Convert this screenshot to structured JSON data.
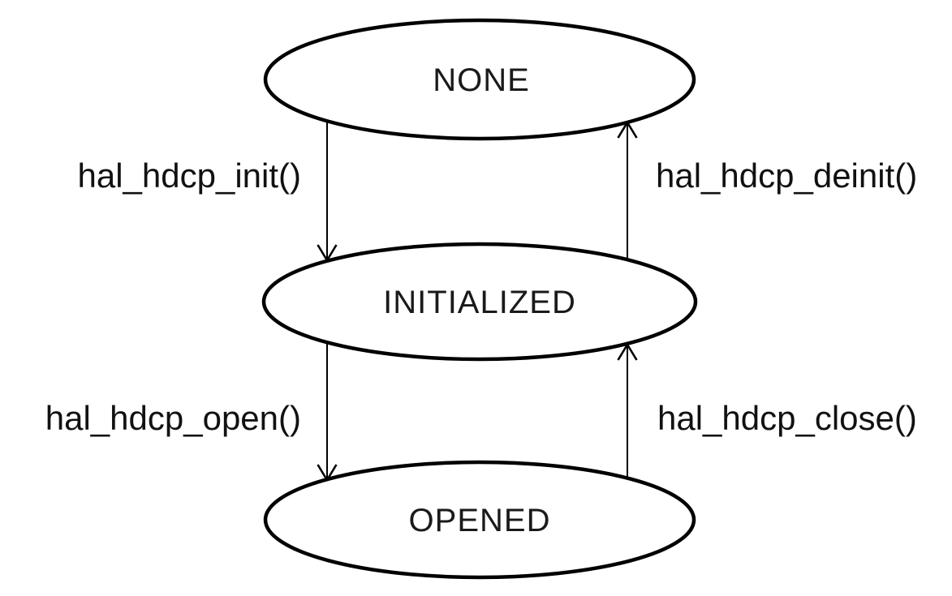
{
  "diagram": {
    "type": "state-diagram",
    "background_color": "#ffffff",
    "line_color": "#000000",
    "states": [
      {
        "label": "NONE"
      },
      {
        "label": "INITIALIZED"
      },
      {
        "label": "OPENED"
      }
    ],
    "transitions": [
      {
        "label": "hal_hdcp_init()",
        "from": "NONE",
        "to": "INITIALIZED",
        "direction": "down",
        "side": "left"
      },
      {
        "label": "hal_hdcp_deinit()",
        "from": "INITIALIZED",
        "to": "NONE",
        "direction": "up",
        "side": "right"
      },
      {
        "label": "hal_hdcp_open()",
        "from": "INITIALIZED",
        "to": "OPENED",
        "direction": "down",
        "side": "left"
      },
      {
        "label": "hal_hdcp_close()",
        "from": "OPENED",
        "to": "INITIALIZED",
        "direction": "up",
        "side": "right"
      }
    ]
  }
}
